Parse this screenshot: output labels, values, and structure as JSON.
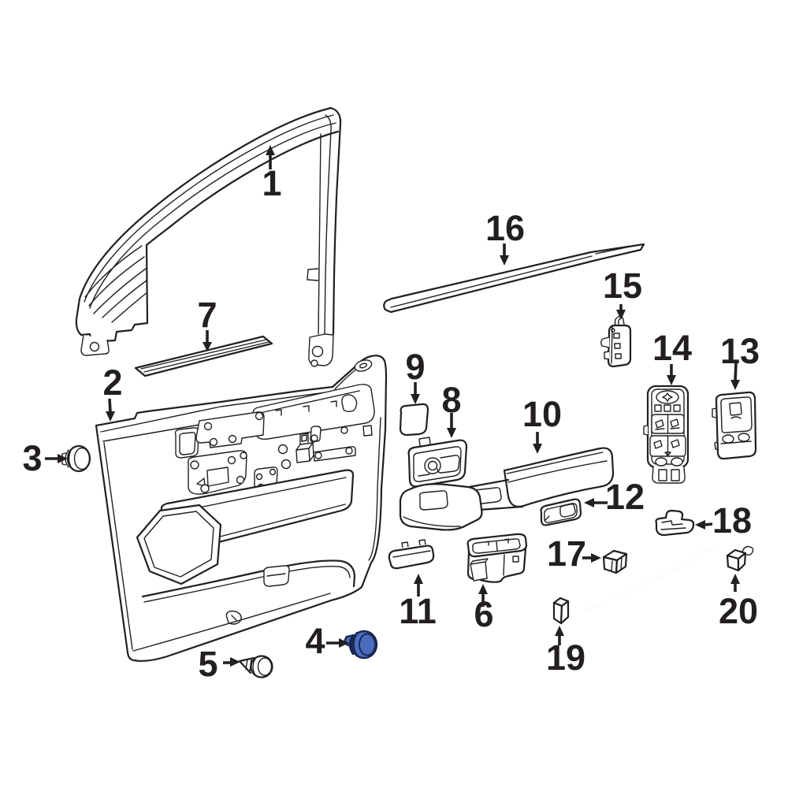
{
  "diagram": {
    "type": "exploded-parts-diagram",
    "subject": "front-door-interior-trim",
    "background_color": "#ffffff",
    "line_color": "#231f20",
    "highlight": {
      "fill": "#4a6cbe",
      "stroke": "#19264f",
      "part_number": "4"
    },
    "callouts": [
      {
        "number": "1",
        "part": "window-glass-run-channel"
      },
      {
        "number": "2",
        "part": "door-trim-panel"
      },
      {
        "number": "3",
        "part": "retainer-grommet"
      },
      {
        "number": "4",
        "part": "highlighted-retainer-grommet"
      },
      {
        "number": "5",
        "part": "push-pin-fastener"
      },
      {
        "number": "6",
        "part": "cup-holder-insert"
      },
      {
        "number": "7",
        "part": "upper-trim-molding-strip"
      },
      {
        "number": "8",
        "part": "inside-handle-bezel"
      },
      {
        "number": "9",
        "part": "access-cover-patch"
      },
      {
        "number": "10",
        "part": "armrest-pad"
      },
      {
        "number": "11",
        "part": "pocket-cover-plate"
      },
      {
        "number": "12",
        "part": "trim-bezel-insert"
      },
      {
        "number": "13",
        "part": "single-window-switch"
      },
      {
        "number": "14",
        "part": "master-window-switch"
      },
      {
        "number": "15",
        "part": "switch-mount-bracket"
      },
      {
        "number": "16",
        "part": "belt-weatherstrip-molding"
      },
      {
        "number": "17",
        "part": "retainer-clip"
      },
      {
        "number": "18",
        "part": "clip-bracket"
      },
      {
        "number": "19",
        "part": "block-clip"
      },
      {
        "number": "20",
        "part": "door-lock-rod"
      }
    ]
  }
}
